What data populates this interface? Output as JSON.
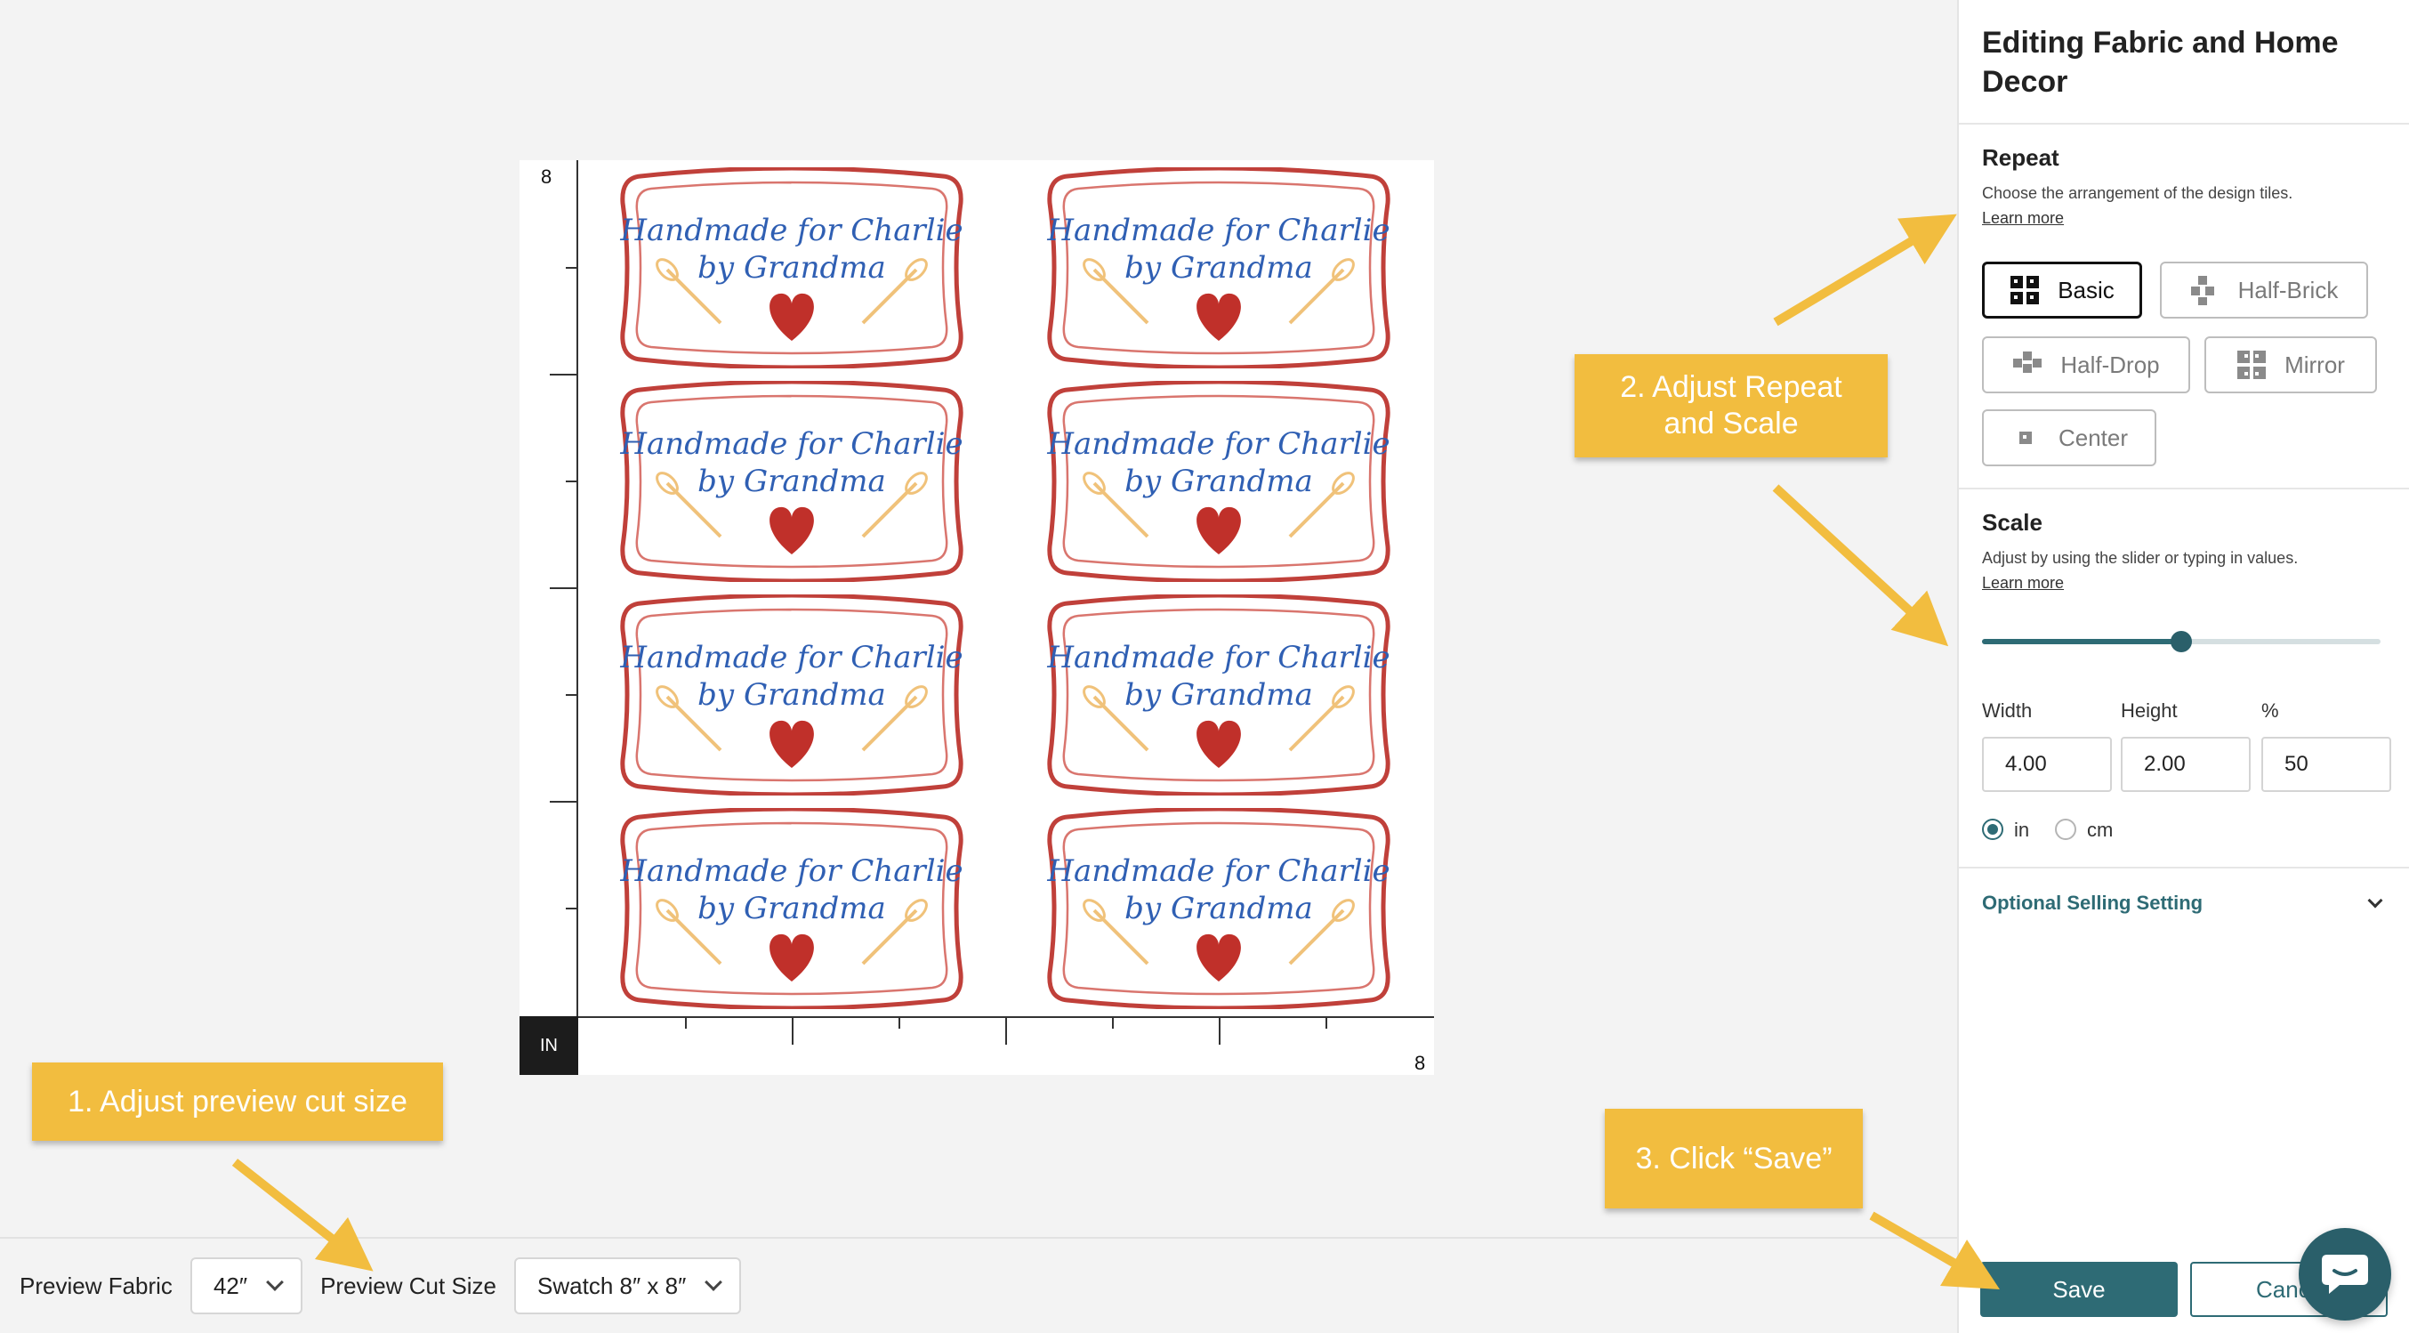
{
  "panel": {
    "title": "Editing Fabric and Home Decor",
    "repeat": {
      "title": "Repeat",
      "description": "Choose the arrangement of the design tiles.",
      "learn_more": "Learn more",
      "options": [
        {
          "label": "Basic",
          "selected": true
        },
        {
          "label": "Half-Brick",
          "selected": false
        },
        {
          "label": "Half-Drop",
          "selected": false
        },
        {
          "label": "Mirror",
          "selected": false
        },
        {
          "label": "Center",
          "selected": false
        }
      ]
    },
    "scale": {
      "title": "Scale",
      "description": "Adjust by using the slider or typing in values.",
      "learn_more": "Learn more",
      "slider_value_percent": 50,
      "width_label": "Width",
      "height_label": "Height",
      "percent_label": "%",
      "width_value": "4.00",
      "height_value": "2.00",
      "percent_value": "50",
      "unit_in": "in",
      "unit_cm": "cm",
      "selected_unit": "in"
    },
    "optional_selling": "Optional Selling Setting",
    "save_label": "Save",
    "cancel_label": "Cancel"
  },
  "preview": {
    "fabric_label": "Preview Fabric",
    "fabric_value": "42″",
    "cut_size_label": "Preview Cut Size",
    "cut_size_value": "Swatch 8″ x 8″"
  },
  "ruler": {
    "unit": "IN",
    "left_max": "8",
    "bottom_max": "8"
  },
  "design": {
    "line1": "Handmade for Charlie",
    "line2": "by Grandma"
  },
  "annotations": {
    "step1": "1. Adjust preview cut size",
    "step2_line1": "2. Adjust Repeat",
    "step2_line2": "and Scale",
    "step3": "3. Click “Save”"
  },
  "colors": {
    "accent": "#2e6b75",
    "callout": "#f2bd3f",
    "label_border": "#c0403a",
    "label_text": "#2f5fb3"
  }
}
